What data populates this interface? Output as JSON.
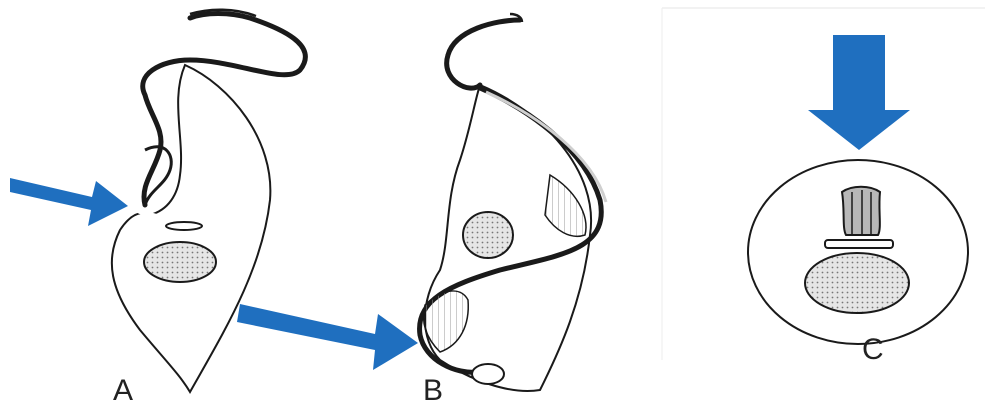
{
  "panels": [
    {
      "label": "A"
    },
    {
      "label": "B"
    },
    {
      "label": "C"
    }
  ],
  "colors": {
    "arrow": "#1f6fbf",
    "outline": "#1a1a1a",
    "nucleus_fill": "#d8d8d8",
    "background": "#ffffff"
  }
}
